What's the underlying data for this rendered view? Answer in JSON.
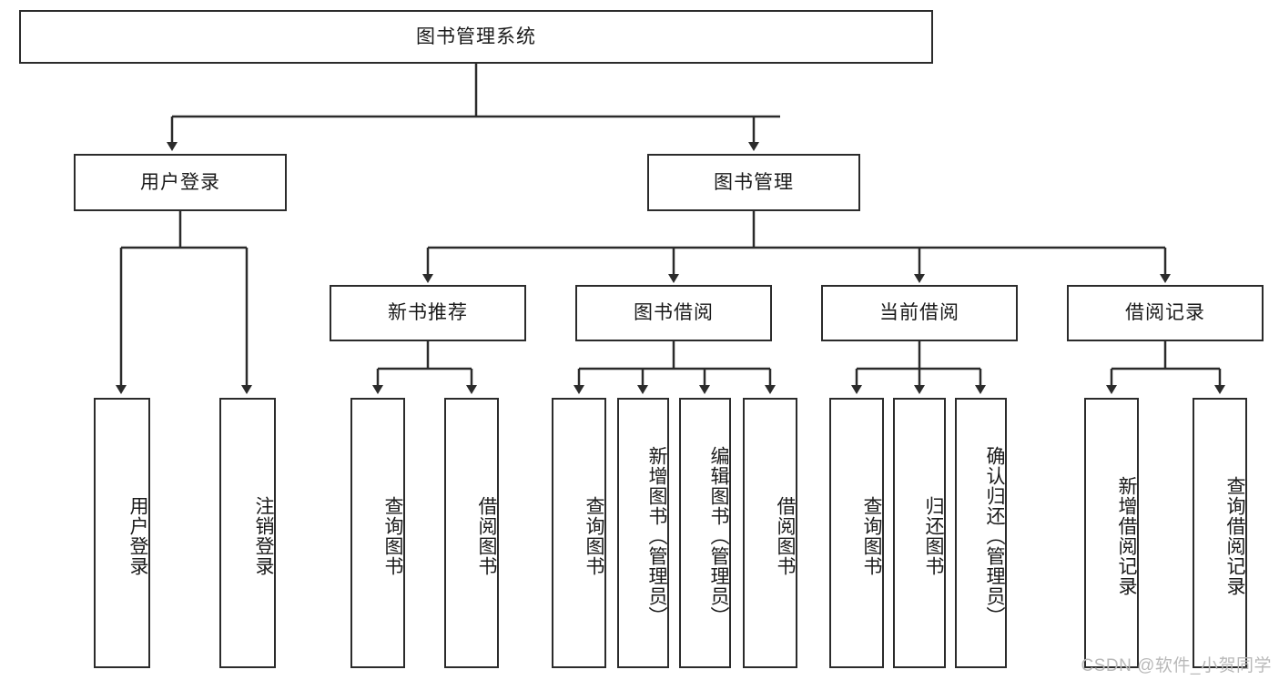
{
  "diagram": {
    "title": "图书管理系统",
    "type": "tree-hierarchy-diagram",
    "watermark": "CSDN @软件_小贺同学",
    "colors": {
      "box_border": "#2b2b2b",
      "box_fill": "#ffffff",
      "edge": "#2b2b2b",
      "text": "#1a1a1a",
      "watermark": "#b9b9b9"
    },
    "root": {
      "label": "图书管理系统"
    },
    "level2": [
      {
        "label": "用户登录"
      },
      {
        "label": "图书管理"
      }
    ],
    "level3": [
      {
        "label": "新书推荐"
      },
      {
        "label": "图书借阅"
      },
      {
        "label": "当前借阅"
      },
      {
        "label": "借阅记录"
      }
    ],
    "leaves": {
      "user_login": [
        {
          "label": "用户登录"
        },
        {
          "label": "注销登录"
        }
      ],
      "new_book_recommend": [
        {
          "label": "查询图书"
        },
        {
          "label": "借阅图书"
        }
      ],
      "book_borrow": [
        {
          "label": "查询图书"
        },
        {
          "label": "新增图书（管理员）"
        },
        {
          "label": "编辑图书（管理员）"
        },
        {
          "label": "借阅图书"
        }
      ],
      "current_borrow": [
        {
          "label": "查询图书"
        },
        {
          "label": "归还图书"
        },
        {
          "label": "确认归还（管理员）"
        }
      ],
      "borrow_record": [
        {
          "label": "新增借阅记录"
        },
        {
          "label": "查询借阅记录"
        }
      ]
    }
  }
}
